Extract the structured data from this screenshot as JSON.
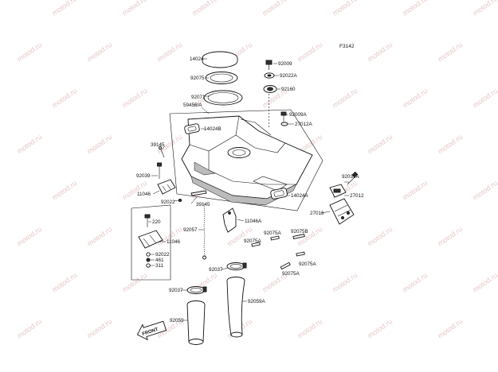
{
  "figure_code": "F3142",
  "watermark": "motod.ru",
  "front_arrow": "FRONT",
  "parts": [
    {
      "id": "p14024",
      "label": "14024"
    },
    {
      "id": "p92075",
      "label": "92075"
    },
    {
      "id": "p92071",
      "label": "92071"
    },
    {
      "id": "p59456a",
      "label": "59456/A"
    },
    {
      "id": "p14024b",
      "label": "14024B"
    },
    {
      "id": "p39145a",
      "label": "39145"
    },
    {
      "id": "p92039a",
      "label": "92039"
    },
    {
      "id": "p11046a",
      "label": "11046"
    },
    {
      "id": "p92022a",
      "label": "92022"
    },
    {
      "id": "p39145b",
      "label": "39145"
    },
    {
      "id": "p92009",
      "label": "92009"
    },
    {
      "id": "p92022aa",
      "label": "92022A"
    },
    {
      "id": "p92160",
      "label": "92160"
    },
    {
      "id": "p92009a",
      "label": "92009A"
    },
    {
      "id": "p27012a",
      "label": "27012A"
    },
    {
      "id": "p92039aa",
      "label": "92039A"
    },
    {
      "id": "p27012",
      "label": "27012"
    },
    {
      "id": "p27016",
      "label": "27016"
    },
    {
      "id": "p14024a",
      "label": "14024A"
    },
    {
      "id": "p11046aa",
      "label": "11046A"
    },
    {
      "id": "p92057",
      "label": "92057"
    },
    {
      "id": "p92075a1",
      "label": "92075A"
    },
    {
      "id": "p92075a2",
      "label": "92075A"
    },
    {
      "id": "p92075b",
      "label": "92075B"
    },
    {
      "id": "p92075a3",
      "label": "92075A"
    },
    {
      "id": "p92075a4",
      "label": "92075A"
    },
    {
      "id": "p220",
      "label": "220"
    },
    {
      "id": "p11046b",
      "label": "11046"
    },
    {
      "id": "p92022b",
      "label": "92022"
    },
    {
      "id": "p461",
      "label": "461"
    },
    {
      "id": "p311",
      "label": "311"
    },
    {
      "id": "p92037a",
      "label": "92037"
    },
    {
      "id": "p92037b",
      "label": "92037"
    },
    {
      "id": "p92059a",
      "label": "92059A"
    },
    {
      "id": "p92059",
      "label": "92059"
    }
  ]
}
